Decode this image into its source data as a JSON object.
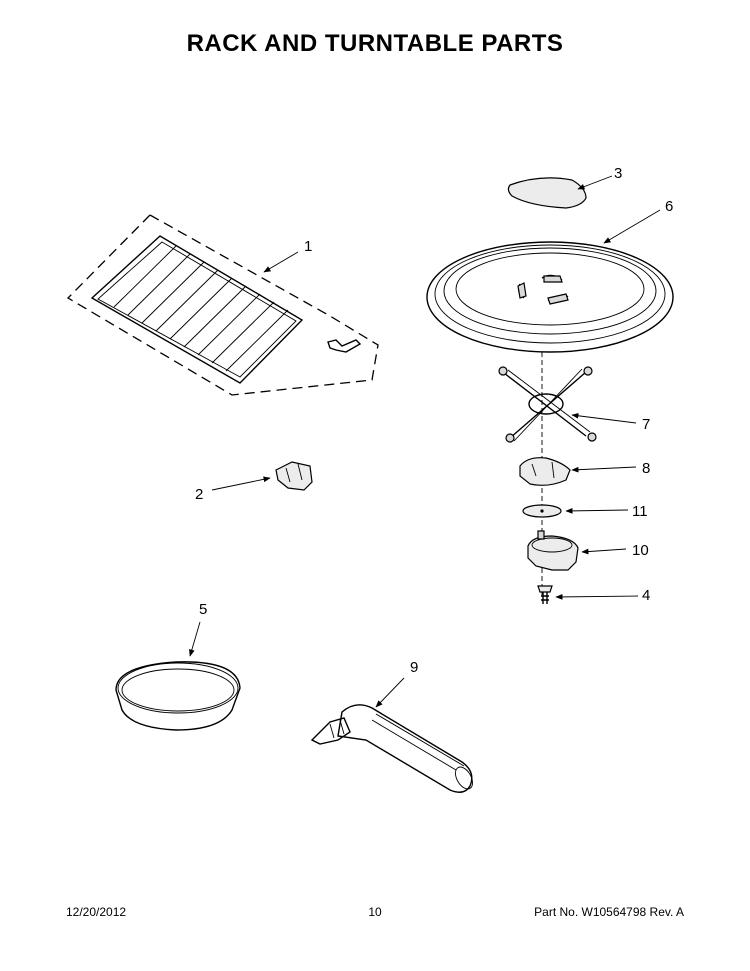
{
  "title": "RACK AND TURNTABLE PARTS",
  "callouts": {
    "rack": "1",
    "rack_support": "2",
    "tray_cover": "3",
    "screw": "4",
    "pan": "5",
    "glass_tray": "6",
    "roller_guide": "7",
    "coupler": "8",
    "washer": "11",
    "motor": "10",
    "handle": "9"
  },
  "footer": {
    "date": "12/20/2012",
    "page": "10",
    "part_no": "Part No.  W10564798  Rev.  A"
  }
}
